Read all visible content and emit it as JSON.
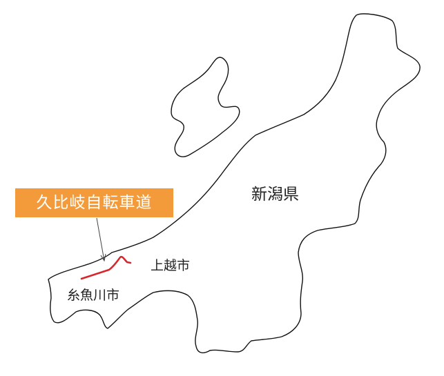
{
  "route_label": "久比岐自転車道",
  "prefecture_label": "新潟県",
  "city_labels": {
    "joetsu": "上越市",
    "itoigawa": "糸魚川市"
  },
  "colors": {
    "background": "#ffffff",
    "outline": "#111111",
    "route_line": "#D7262C",
    "label_fill": "#F39A3A",
    "label_text": "#ffffff",
    "place_text": "#222222"
  }
}
